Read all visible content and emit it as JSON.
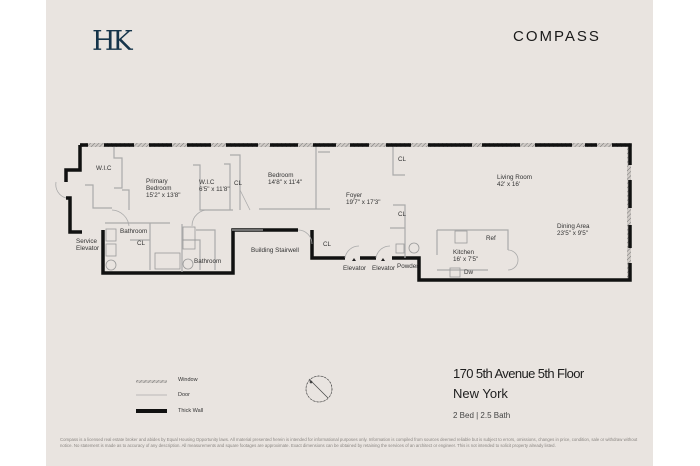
{
  "branding": {
    "agent_logo": "HK",
    "brokerage_logo": "COMPASS"
  },
  "rooms": {
    "wic1": {
      "name": "W.I.C"
    },
    "primary_bedroom": {
      "name1": "Primary",
      "name2": "Bedroom",
      "size": "15'2\" x 13'8\""
    },
    "wic2": {
      "name": "W.I.C",
      "size": "6'5\" x 11'8\""
    },
    "cl": "CL",
    "bedroom": {
      "name": "Bedroom",
      "size": "14'8\" x 11'4\""
    },
    "foyer": {
      "name": "Foyer",
      "size": "19'7\" x 17'3\""
    },
    "living_room": {
      "name": "Living Room",
      "size": "42' x 16'"
    },
    "dining_area": {
      "name": "Dining Area",
      "size": "23'5\" x 9'5\""
    },
    "kitchen": {
      "name": "Kitchen",
      "size": "16' x 7'5\""
    },
    "ref": "Ref",
    "dw": "Dw",
    "bathroom1": "Bathroom",
    "bathroom2": "Bathroom",
    "service_elevator": {
      "line1": "Service",
      "line2": "Elevator"
    },
    "building_stairwell": "Building Stairwell",
    "elevator1": "Elevator",
    "elevator2": "Elevator",
    "powder": "Powder"
  },
  "legend": {
    "window": "Window",
    "door": "Door",
    "thick_wall": "Thick Wall"
  },
  "listing": {
    "address": "170 5th Avenue 5th Floor",
    "city": "New York",
    "summary": "2 Bed | 2.5 Bath"
  },
  "disclaimer": "Compass is a licensed real estate broker and abides by Equal Housing Opportunity laws. All material presented herein is intended for informational purposes only. Information is compiled from sources deemed reliable but is subject to errors, omissions, changes in price, condition, sale or withdraw without notice. No statement is made as to accuracy of any description. All measurements and square footages are approximate. Exact dimensions can be obtained by retaining the services of an architect or engineer. This is not intended to solicit property already listed."
}
